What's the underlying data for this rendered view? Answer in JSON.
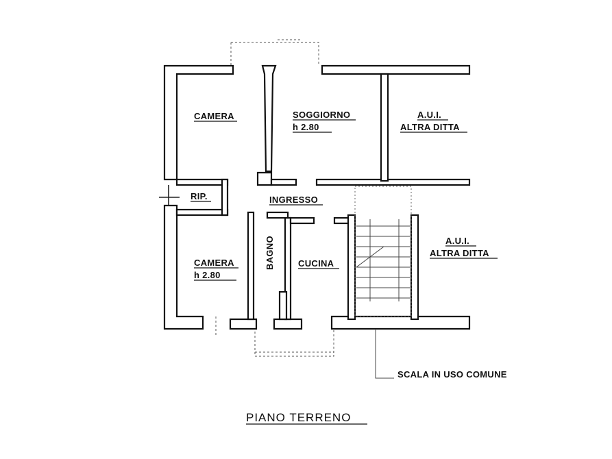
{
  "plan": {
    "title": "PIANO TERRENO",
    "rooms": {
      "camera_top": "CAMERA",
      "soggiorno": "SOGGIORNO",
      "soggiorno_height": "h 2.80",
      "aui_top": "A.U.I.",
      "aui_top_owner": "ALTRA DITTA",
      "rip": "RIP.",
      "ingresso": "INGRESSO",
      "bagno": "BAGNO",
      "camera_bottom": "CAMERA",
      "camera_bottom_height": "h 2.80",
      "cucina": "CUCINA",
      "aui_right": "A.U.I.",
      "aui_right_owner": "ALTRA DITTA"
    },
    "annotation": "SCALA IN USO COMUNE"
  }
}
